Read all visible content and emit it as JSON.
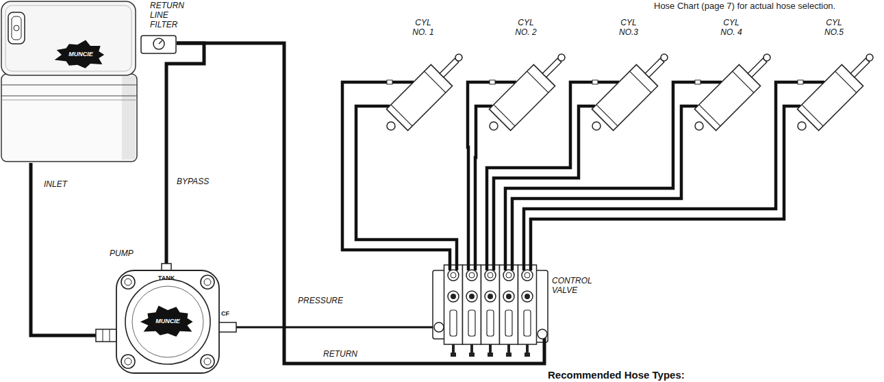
{
  "diagram": {
    "nodes": [
      {
        "text": [
          "MUNCIE"
        ]
      },
      {
        "text": [
          "RETURN LINE FILTER"
        ]
      },
      {
        "text": [
          "CYL NO. 1"
        ]
      },
      {
        "text": [
          "CYL NO. 2"
        ]
      },
      {
        "text": [
          "CYL NO.3"
        ]
      },
      {
        "text": [
          "CYL NO. 4"
        ]
      },
      {
        "text": [
          "CYL NO.5"
        ]
      },
      {
        "text": [
          "PUMP",
          "TANK",
          "MUNCIE",
          "CF"
        ]
      },
      {
        "text": [
          "CONTROL VALVE"
        ]
      }
    ],
    "edges": [
      {
        "from": 0,
        "to": 7,
        "label": "INLET",
        "arrow": "none"
      },
      {
        "from": 7,
        "to": 1,
        "label": "BYPASS",
        "arrow": "none"
      },
      {
        "from": 7,
        "to": 8,
        "label": "PRESSURE",
        "arrow": "none"
      },
      {
        "from": 8,
        "to": 1,
        "label": "RETURN",
        "arrow": "none"
      },
      {
        "from": 8,
        "to": 2,
        "arrow": "none"
      },
      {
        "from": 8,
        "to": 2,
        "arrow": "none"
      },
      {
        "from": 8,
        "to": 3,
        "arrow": "none"
      },
      {
        "from": 8,
        "to": 3,
        "arrow": "none"
      },
      {
        "from": 8,
        "to": 4,
        "arrow": "none"
      },
      {
        "from": 8,
        "to": 4,
        "arrow": "none"
      },
      {
        "from": 8,
        "to": 5,
        "arrow": "none"
      },
      {
        "from": 8,
        "to": 5,
        "arrow": "none"
      },
      {
        "from": 8,
        "to": 6,
        "arrow": "none"
      },
      {
        "from": 8,
        "to": 6,
        "arrow": "none"
      }
    ],
    "labels": [
      "Hose Chart (page 7) for actual hose selection.",
      "Recommended Hose Types:"
    ]
  }
}
